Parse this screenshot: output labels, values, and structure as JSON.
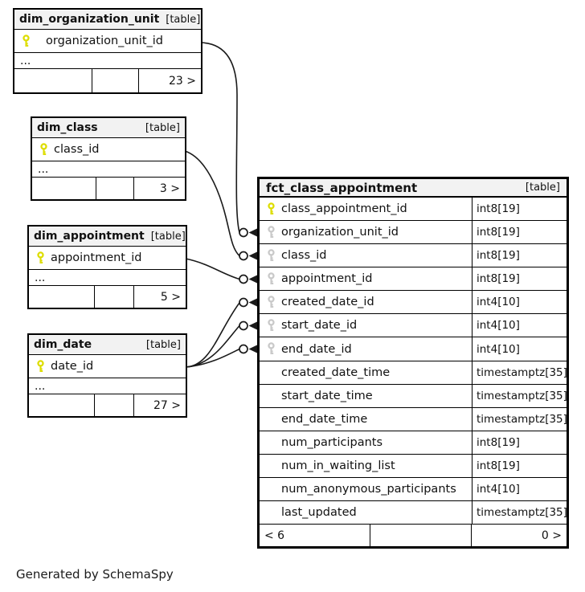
{
  "page": {
    "generated_by": "Generated by SchemaSpy"
  },
  "colors": {
    "primary_key": "#dddd00",
    "foreign_key": "#c9c9c9",
    "header_bg": "#f2f2f2",
    "line": "#1a1a1a"
  },
  "tables": {
    "dim_organization_unit": {
      "name": "dim_organization_unit",
      "badge": "[table]",
      "key_column": "organization_unit_id",
      "ellipsis": "...",
      "related_count": "23 >"
    },
    "dim_class": {
      "name": "dim_class",
      "badge": "[table]",
      "key_column": "class_id",
      "ellipsis": "...",
      "related_count": "3 >"
    },
    "dim_appointment": {
      "name": "dim_appointment",
      "badge": "[table]",
      "key_column": "appointment_id",
      "ellipsis": "...",
      "related_count": "5 >"
    },
    "dim_date": {
      "name": "dim_date",
      "badge": "[table]",
      "key_column": "date_id",
      "ellipsis": "...",
      "related_count": "27 >"
    },
    "fct_class_appointment": {
      "name": "fct_class_appointment",
      "badge": "[table]",
      "columns": [
        {
          "name": "class_appointment_id",
          "type": "int8[19]",
          "key": "primary"
        },
        {
          "name": "organization_unit_id",
          "type": "int8[19]",
          "key": "foreign"
        },
        {
          "name": "class_id",
          "type": "int8[19]",
          "key": "foreign"
        },
        {
          "name": "appointment_id",
          "type": "int8[19]",
          "key": "foreign"
        },
        {
          "name": "created_date_id",
          "type": "int4[10]",
          "key": "foreign"
        },
        {
          "name": "start_date_id",
          "type": "int4[10]",
          "key": "foreign"
        },
        {
          "name": "end_date_id",
          "type": "int4[10]",
          "key": "foreign"
        },
        {
          "name": "created_date_time",
          "type": "timestamptz[35]",
          "key": ""
        },
        {
          "name": "start_date_time",
          "type": "timestamptz[35]",
          "key": ""
        },
        {
          "name": "end_date_time",
          "type": "timestamptz[35]",
          "key": ""
        },
        {
          "name": "num_participants",
          "type": "int8[19]",
          "key": ""
        },
        {
          "name": "num_in_waiting_list",
          "type": "int8[19]",
          "key": ""
        },
        {
          "name": "num_anonymous_participants",
          "type": "int4[10]",
          "key": ""
        },
        {
          "name": "last_updated",
          "type": "timestamptz[35]",
          "key": ""
        }
      ],
      "footer_left": "< 6",
      "footer_right": "0 >"
    }
  },
  "relations": [
    {
      "from": "dim_organization_unit.organization_unit_id",
      "to": "fct_class_appointment.organization_unit_id"
    },
    {
      "from": "dim_class.class_id",
      "to": "fct_class_appointment.class_id"
    },
    {
      "from": "dim_appointment.appointment_id",
      "to": "fct_class_appointment.appointment_id"
    },
    {
      "from": "dim_date.date_id",
      "to": "fct_class_appointment.created_date_id"
    },
    {
      "from": "dim_date.date_id",
      "to": "fct_class_appointment.start_date_id"
    },
    {
      "from": "dim_date.date_id",
      "to": "fct_class_appointment.end_date_id"
    }
  ]
}
